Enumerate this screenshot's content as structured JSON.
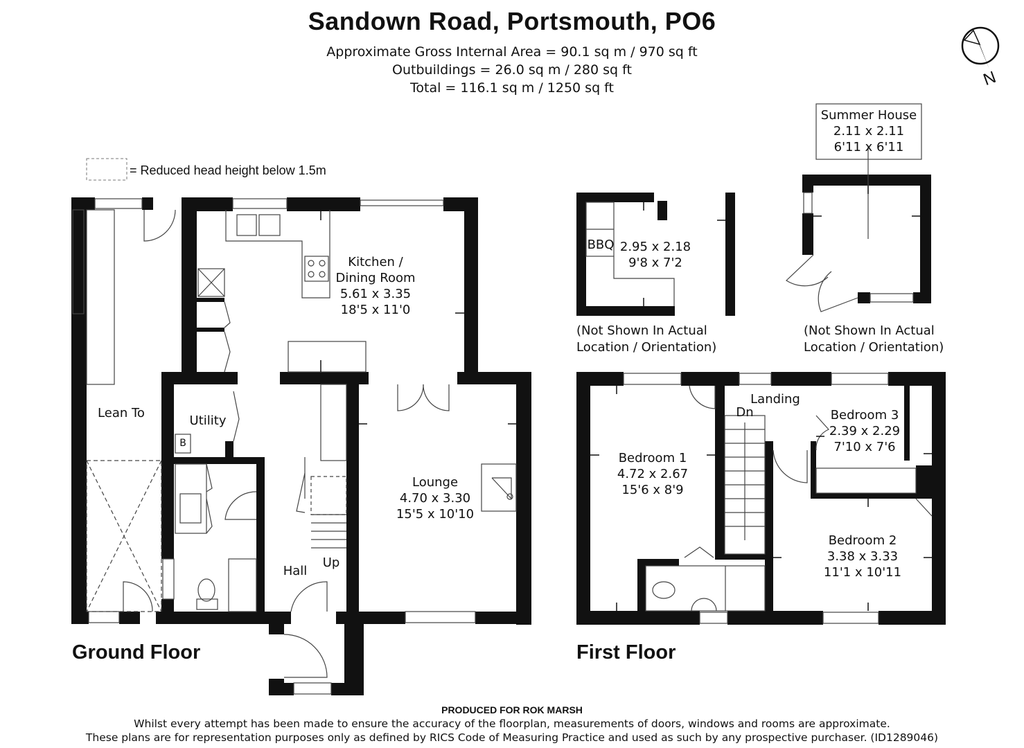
{
  "header": {
    "title": "Sandown Road, Portsmouth, PO6",
    "area_lines": [
      "Approximate Gross Internal Area = 90.1 sq m / 970 sq ft",
      "Outbuildings = 26.0 sq m / 280 sq ft",
      "Total = 116.1 sq m / 1250 sq ft"
    ]
  },
  "legend": {
    "text": "= Reduced head height below 1.5m"
  },
  "compass": {
    "label": "N",
    "icon": "north-compass-icon"
  },
  "floors": {
    "ground": "Ground Floor",
    "first": "First Floor"
  },
  "rooms": {
    "kitchen": "Kitchen /\nDining Room\n5.61 x 3.35\n18'5 x 11'0",
    "utility": "Utility",
    "boiler": "B",
    "lean_to": "Lean To",
    "lounge": "Lounge\n4.70 x 3.30\n15'5 x 10'10",
    "hall": "Hall",
    "up": "Up",
    "bbq": "BBQ",
    "outbuilding": "2.95 x 2.18\n9'8 x 7'2",
    "summer_house": "Summer House\n2.11 x 2.11\n6'11 x 6'11",
    "bedroom1": "Bedroom 1\n4.72 x 2.67\n15'6 x 8'9",
    "landing": "Landing",
    "dn": "Dn",
    "bedroom3": "Bedroom 3\n2.39 x 2.29\n7'10 x 7'6",
    "bedroom2": "Bedroom 2\n3.38 x 3.33\n11'1 x 10'11"
  },
  "notes": {
    "outbuilding": "(Not Shown In Actual\nLocation / Orientation)",
    "summer_house": "(Not Shown In Actual\nLocation / Orientation)"
  },
  "footer": {
    "producer": "PRODUCED FOR ROK MARSH",
    "line1": "Whilst every attempt has been made to ensure the accuracy of the floorplan, measurements of doors, windows and rooms are approximate.",
    "line2": "These plans are for representation purposes only as defined by RICS Code of Measuring Practice and used as such by any prospective purchaser. (ID1289046)"
  },
  "colors": {
    "wall": "#111111",
    "line": "#555555",
    "background": "#ffffff"
  }
}
